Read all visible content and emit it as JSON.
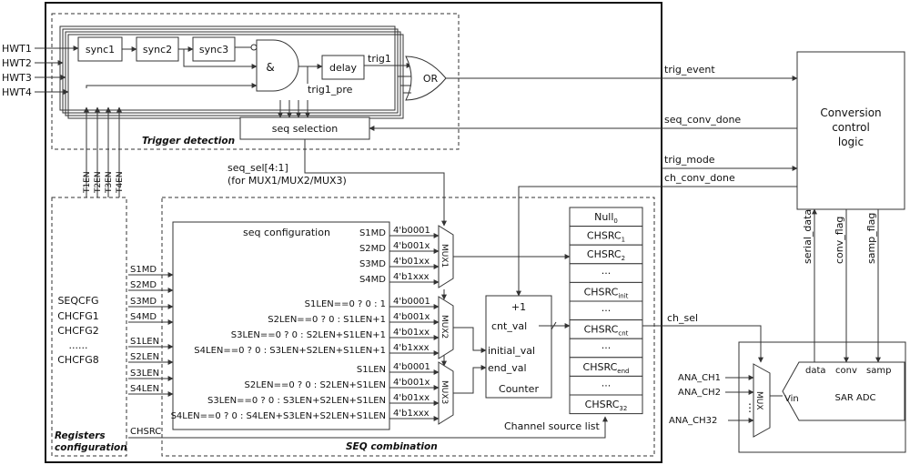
{
  "inputs": {
    "hwt": [
      "HWT1",
      "HWT2",
      "HWT3",
      "HWT4"
    ]
  },
  "trigger": {
    "sync": [
      "sync1",
      "sync2",
      "sync3"
    ],
    "and": "&",
    "delay": "delay",
    "trig1": "trig1",
    "trig1_pre": "trig1_pre",
    "or": "OR",
    "seq_selection": "seq selection",
    "label": "Trigger detection"
  },
  "seq_sel": {
    "line1": "seq_sel[4:1]",
    "line2": "(for MUX1/MUX2/MUX3)"
  },
  "ten": [
    "T1EN",
    "T2EN",
    "T3EN",
    "T4EN"
  ],
  "registers": {
    "items": [
      "SEQCFG",
      "CHCFG1",
      "CHCFG2",
      "......",
      "CHCFG8"
    ],
    "label1": "Registers",
    "label2": "configuration"
  },
  "reg_signals": [
    "S1MD",
    "S2MD",
    "S3MD",
    "S4MD",
    "S1LEN",
    "S2LEN",
    "S3LEN",
    "S4LEN",
    "CHSRC"
  ],
  "seqcfg": {
    "title": "seq configuration",
    "mux1_rows": [
      "S1MD",
      "S2MD",
      "S3MD",
      "S4MD"
    ],
    "mux2_rows": [
      "S1LEN==0 ? 0 : 1",
      "S2LEN==0 ? 0 : S1LEN+1",
      "S3LEN==0 ? 0 : S2LEN+S1LEN+1",
      "S4LEN==0 ? 0 : S3LEN+S2LEN+S1LEN+1"
    ],
    "mux3_rows": [
      "S1LEN",
      "S2LEN==0 ? 0 : S2LEN+S1LEN",
      "S3LEN==0 ? 0 : S3LEN+S2LEN+S1LEN",
      "S4LEN==0 ? 0 : S4LEN+S3LEN+S2LEN+S1LEN"
    ],
    "codes": [
      "4'b0001",
      "4'b001x",
      "4'b01xx",
      "4'b1xxx"
    ]
  },
  "mux_labels": [
    "MUX1",
    "MUX2",
    "MUX3",
    "MUX"
  ],
  "counter": {
    "plus1": "+1",
    "cnt_val": "cnt_val",
    "initial_val": "initial_val",
    "end_val": "end_val",
    "label": "Counter"
  },
  "chsrc_list": {
    "items": [
      {
        "base": "Null",
        "sub": "0"
      },
      {
        "base": "CHSRC",
        "sub": "1"
      },
      {
        "base": "CHSRC",
        "sub": "2"
      },
      {
        "base": "···",
        "sub": ""
      },
      {
        "base": "CHSRC",
        "sub": "init"
      },
      {
        "base": "···",
        "sub": ""
      },
      {
        "base": "CHSRC",
        "sub": "cnt"
      },
      {
        "base": "···",
        "sub": ""
      },
      {
        "base": "CHSRC",
        "sub": "end"
      },
      {
        "base": "···",
        "sub": ""
      },
      {
        "base": "CHSRC",
        "sub": "32"
      }
    ],
    "label": "Channel source list"
  },
  "seq_combination": "SEQ combination",
  "signals": {
    "trig_event": "trig_event",
    "seq_conv_done": "seq_conv_done",
    "trig_mode": "trig_mode",
    "ch_conv_done": "ch_conv_done",
    "ch_sel": "ch_sel",
    "serial_data": "serial_data",
    "conv_flag": "conv_flag",
    "samp_flag": "samp_flag"
  },
  "ccl": {
    "line1": "Conversion",
    "line2": "control",
    "line3": "logic"
  },
  "adc": {
    "channels": [
      "ANA_CH1",
      "ANA_CH2",
      "ANA_CH32"
    ],
    "dots": "⋮",
    "vin": "Vin",
    "ports": [
      "data",
      "conv",
      "samp"
    ],
    "label": "SAR ADC"
  }
}
